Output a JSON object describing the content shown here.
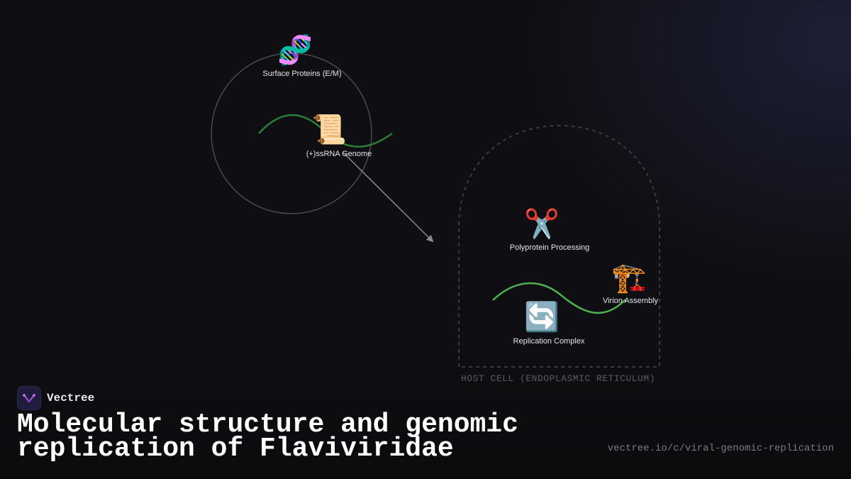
{
  "diagram": {
    "nodes": {
      "surface_proteins": {
        "icon": "dna-icon",
        "glyph": "🧬",
        "label": "Surface Proteins (E/M)"
      },
      "genome": {
        "icon": "scroll-icon",
        "glyph": "📜",
        "label": "(+)ssRNA Genome"
      },
      "polyprotein": {
        "icon": "scissors-icon",
        "glyph": "✂️",
        "label": "Polyprotein Processing"
      },
      "assembly": {
        "icon": "crane-icon",
        "glyph": "🏗️",
        "label": "Virion Assembly"
      },
      "replication": {
        "icon": "cycle-arrows-icon",
        "glyph": "🔄",
        "label": "Replication Complex"
      }
    },
    "host_cell_label": "HOST CELL (ENDOPLASMIC RETICULUM)",
    "colors": {
      "rna_strand_virion": "#2e7d3a",
      "rna_strand_host": "#4caf50",
      "virion_outline": "#4a4a50",
      "host_outline": "#3a3a40",
      "arrow": "#8a8a90"
    }
  },
  "footer": {
    "brand_name": "Vectree",
    "title": "Molecular structure and genomic replication of Flaviviridae",
    "url": "vectree.io/c/viral-genomic-replication"
  }
}
